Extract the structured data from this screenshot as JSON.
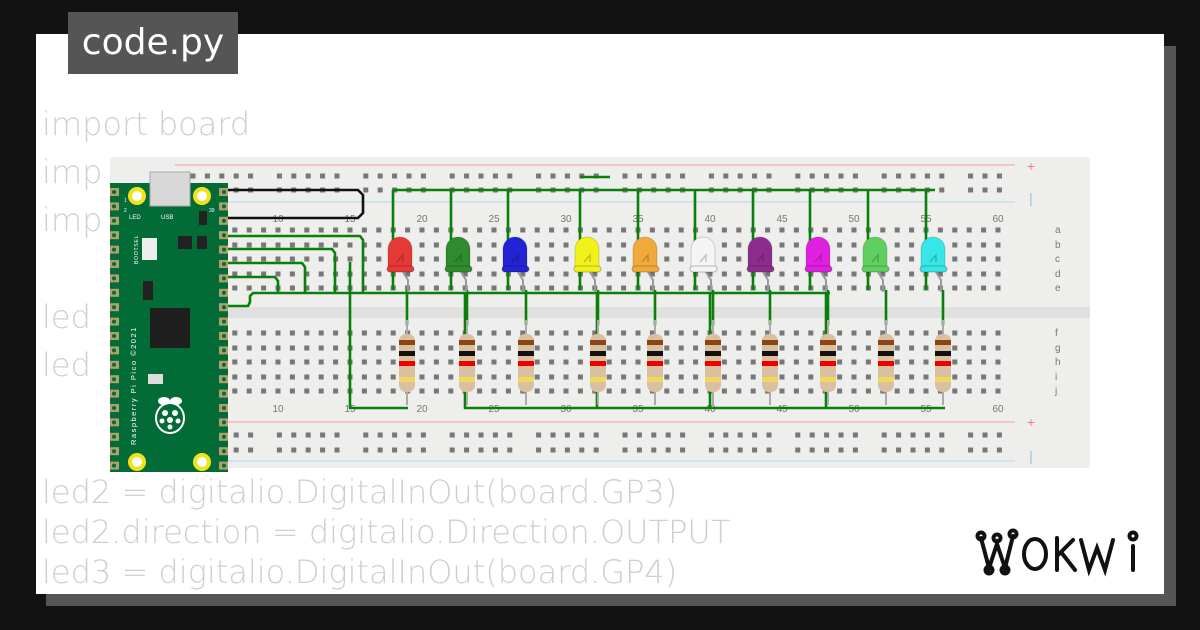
{
  "tab": {
    "title": "code.py"
  },
  "code_lines": [
    "import board",
    "imp",
    "imp",
    "led",
    "led",
    "led2 = digitalio.DigitalInOut(board.GP3)",
    "led2.direction = digitalio.Direction.OUTPUT",
    "led3 = digitalio.DigitalInOut(board.GP4)"
  ],
  "breadboard": {
    "column_labels": [
      "10",
      "15",
      "20",
      "25",
      "30",
      "35",
      "40",
      "45",
      "50",
      "55",
      "60"
    ],
    "row_labels_top": [
      "a",
      "b",
      "c",
      "d",
      "e"
    ],
    "row_labels_bottom": [
      "f",
      "g",
      "h",
      "i",
      "j"
    ],
    "rail_plus": "+",
    "rail_minus": "|"
  },
  "pico": {
    "led_label": "LED",
    "usb_label": "USB",
    "pin1": "1",
    "pin2": "2",
    "pin39": "39",
    "side_text": "Raspberry Pi Pico ©2021",
    "boot_label": "BOOTSEL"
  },
  "leds": [
    {
      "color": "#e53935"
    },
    {
      "color": "#2e8b2e"
    },
    {
      "color": "#2323d6"
    },
    {
      "color": "#f2f21a"
    },
    {
      "color": "#f2a93b"
    },
    {
      "color": "#f4f4f4"
    },
    {
      "color": "#8e2c8e"
    },
    {
      "color": "#e020e0"
    },
    {
      "color": "#5fcf5f"
    },
    {
      "color": "#37e6e6"
    }
  ],
  "colors": {
    "wire": "#0a7f0a",
    "pico_board": "#036b36",
    "rail_red": "#f2a0a0",
    "rail_blue": "#a8def2"
  },
  "brand": {
    "logo": "WOKWi"
  }
}
